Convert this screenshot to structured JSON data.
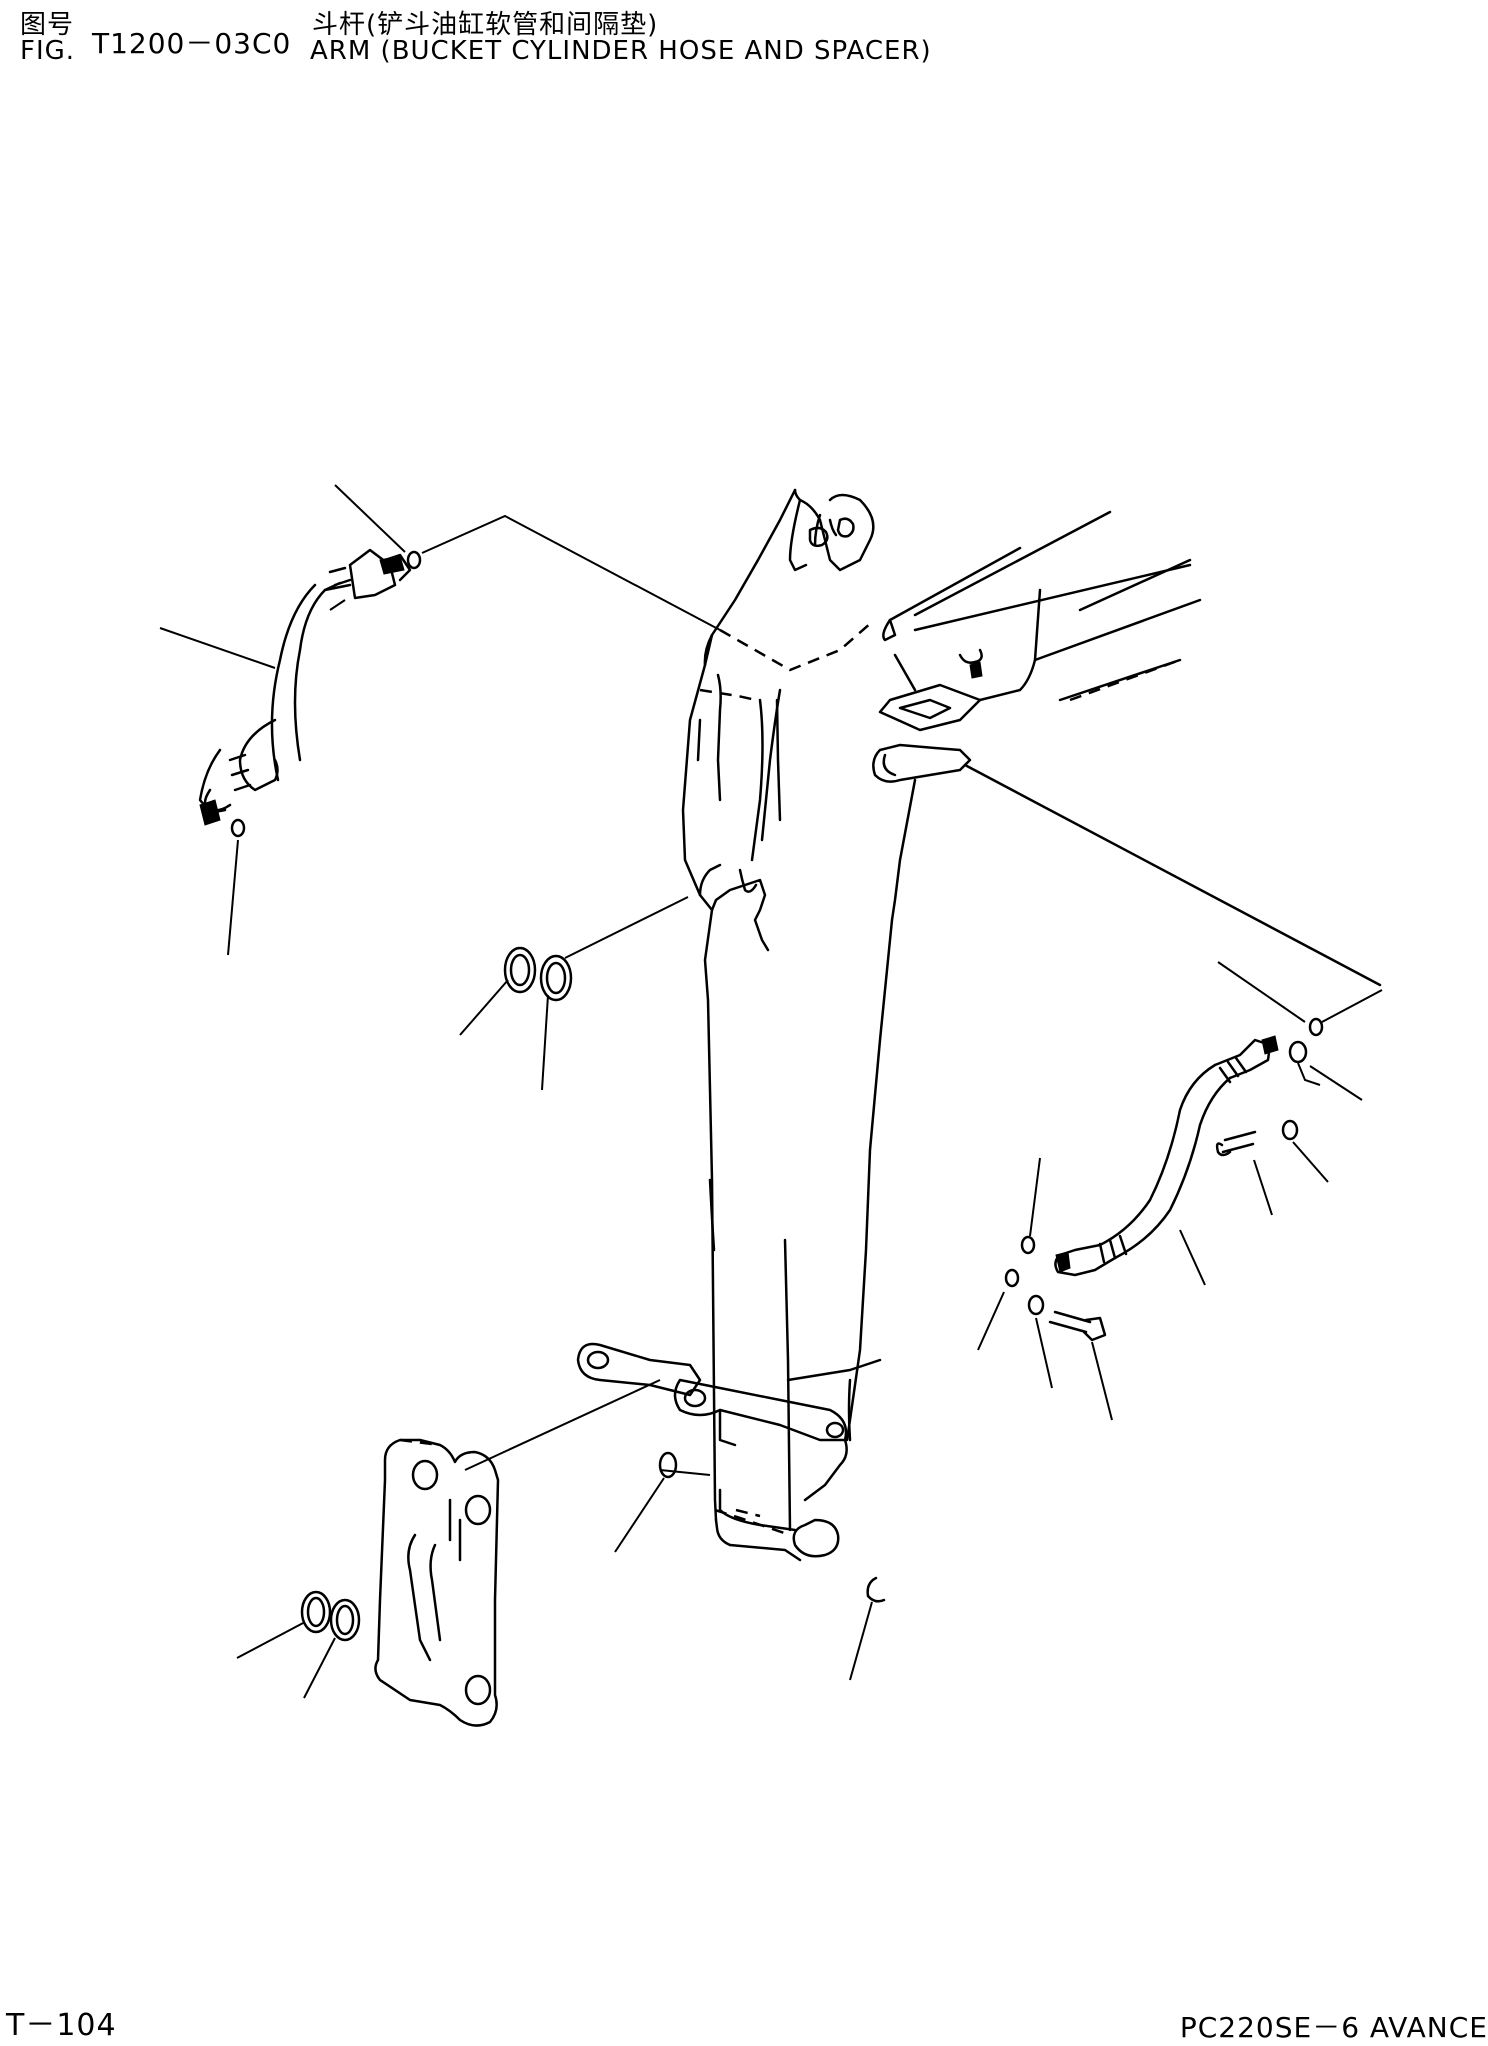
{
  "header": {
    "figure_label_cn": "图号",
    "figure_label": "FIG.",
    "figure_number": "T1200－03C0",
    "title_cn": "斗杆(铲斗油缸软管和间隔垫)",
    "title_en": "ARM (BUCKET CYLINDER HOSE AND SPACER)"
  },
  "footer": {
    "page_number": "T－104",
    "model": "PC220SE－6 AVANCE"
  }
}
